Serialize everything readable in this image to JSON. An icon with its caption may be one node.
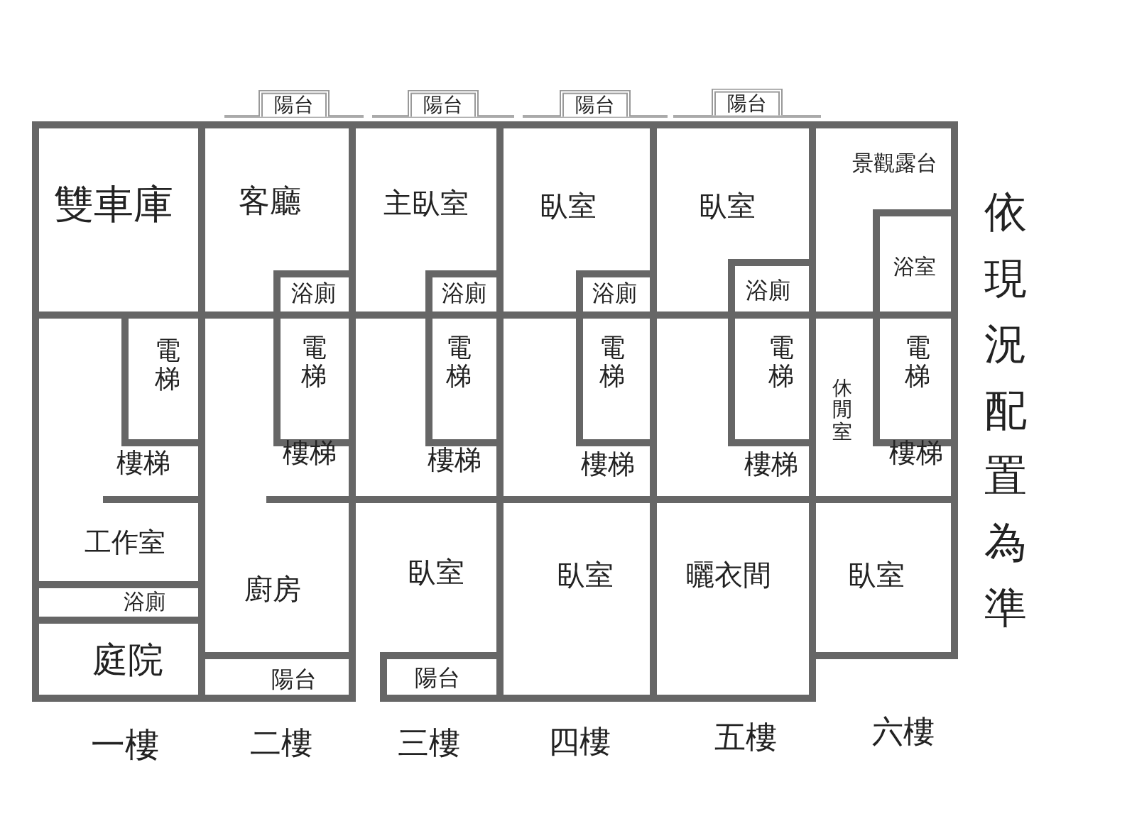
{
  "diagram": {
    "nodes": [
      {
        "text": [
          "雙車庫"
        ]
      },
      {
        "text": [
          "電梯"
        ]
      },
      {
        "text": [
          "樓梯"
        ]
      },
      {
        "text": [
          "工作室"
        ]
      },
      {
        "text": [
          "浴廁"
        ]
      },
      {
        "text": [
          "庭院"
        ]
      },
      {
        "text": [
          "陽台"
        ]
      },
      {
        "text": [
          "客廳"
        ]
      },
      {
        "text": [
          "浴廁"
        ]
      },
      {
        "text": [
          "電梯"
        ]
      },
      {
        "text": [
          "樓梯"
        ]
      },
      {
        "text": [
          "廚房"
        ]
      },
      {
        "text": [
          "陽台"
        ]
      },
      {
        "text": [
          "陽台"
        ]
      },
      {
        "text": [
          "主臥室"
        ]
      },
      {
        "text": [
          "浴廁"
        ]
      },
      {
        "text": [
          "電梯"
        ]
      },
      {
        "text": [
          "樓梯"
        ]
      },
      {
        "text": [
          "臥室"
        ]
      },
      {
        "text": [
          "陽台"
        ]
      },
      {
        "text": [
          "陽台"
        ]
      },
      {
        "text": [
          "臥室"
        ]
      },
      {
        "text": [
          "浴廁"
        ]
      },
      {
        "text": [
          "電梯"
        ]
      },
      {
        "text": [
          "樓梯"
        ]
      },
      {
        "text": [
          "臥室"
        ]
      },
      {
        "text": [
          "陽台"
        ]
      },
      {
        "text": [
          "臥室"
        ]
      },
      {
        "text": [
          "浴廁"
        ]
      },
      {
        "text": [
          "電梯"
        ]
      },
      {
        "text": [
          "樓梯"
        ]
      },
      {
        "text": [
          "曬衣間"
        ]
      },
      {
        "text": [
          "景觀露台"
        ]
      },
      {
        "text": [
          "浴室"
        ]
      },
      {
        "text": [
          "休閒室"
        ]
      },
      {
        "text": [
          "電梯"
        ]
      },
      {
        "text": [
          "樓梯"
        ]
      },
      {
        "text": [
          "臥室"
        ]
      }
    ],
    "labels": [
      "依現況配置為準",
      "一樓",
      "二樓",
      "三樓",
      "四樓",
      "五樓",
      "六樓"
    ]
  }
}
